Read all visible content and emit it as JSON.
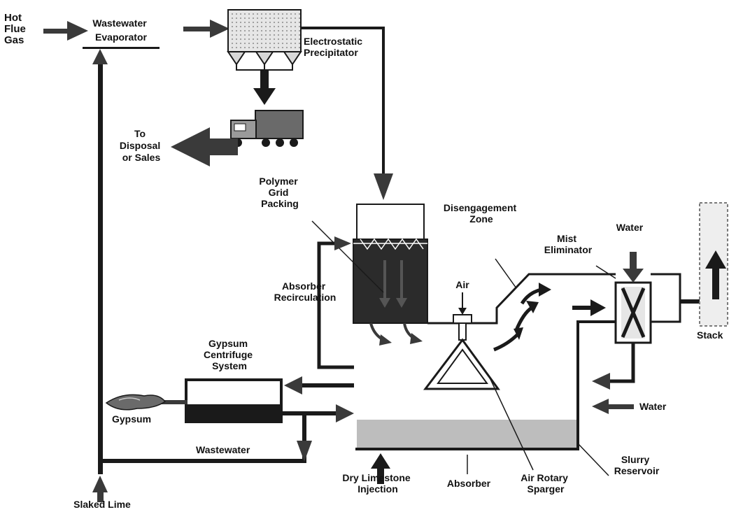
{
  "labels": {
    "hot_flue_gas": [
      "Hot",
      "Flue",
      "Gas"
    ],
    "wastewater_evaporator": [
      "Wastewater",
      "Evaporator"
    ],
    "electrostatic_precipitator": [
      "Electrostatic",
      "Precipitator"
    ],
    "to_disposal": [
      "To",
      "Disposal",
      "or Sales"
    ],
    "polymer_grid_packing": [
      "Polymer",
      "Grid",
      "Packing"
    ],
    "disengagement_zone": [
      "Disengagement",
      "Zone"
    ],
    "mist_eliminator": [
      "Mist",
      "Eliminator"
    ],
    "water_top": "Water",
    "stack": "Stack",
    "air": "Air",
    "absorber_recirculation": [
      "Absorber",
      "Recirculation"
    ],
    "gypsum_centrifuge_system": [
      "Gypsum",
      "Centrifuge",
      "System"
    ],
    "gypsum": "Gypsum",
    "water_side": "Water",
    "wastewater": "Wastewater",
    "dry_limestone_injection": [
      "Dry Limestone",
      "Injection"
    ],
    "absorber": "Absorber",
    "air_rotary_sparger": [
      "Air Rotary",
      "Sparger"
    ],
    "slurry_reservoir": [
      "Slurry",
      "Reservoir"
    ],
    "slaked_lime": "Slaked Lime"
  },
  "colors": {
    "arrow": "#3a3a3a",
    "line": "#1a1a1a",
    "packing": "#2b2b2b",
    "slurry": "#bdbdbd",
    "background": "#ffffff"
  }
}
